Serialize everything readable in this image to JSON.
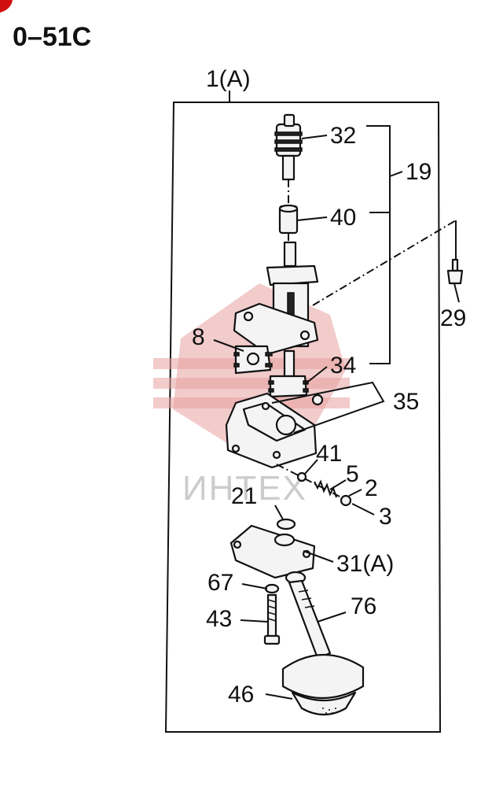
{
  "diagram": {
    "title": "0–51C",
    "assembly_label": "1(A)",
    "watermark_text": "ИНТЕХ",
    "callouts": [
      {
        "id": "32",
        "text": "32"
      },
      {
        "id": "19",
        "text": "19"
      },
      {
        "id": "40",
        "text": "40"
      },
      {
        "id": "29",
        "text": "29"
      },
      {
        "id": "8",
        "text": "8"
      },
      {
        "id": "34",
        "text": "34"
      },
      {
        "id": "35",
        "text": "35"
      },
      {
        "id": "41",
        "text": "41"
      },
      {
        "id": "5",
        "text": "5"
      },
      {
        "id": "2",
        "text": "2"
      },
      {
        "id": "3",
        "text": "3"
      },
      {
        "id": "21",
        "text": "21"
      },
      {
        "id": "31A",
        "text": "31(A)"
      },
      {
        "id": "67",
        "text": "67"
      },
      {
        "id": "76",
        "text": "76"
      },
      {
        "id": "43",
        "text": "43"
      },
      {
        "id": "46",
        "text": "46"
      }
    ]
  }
}
